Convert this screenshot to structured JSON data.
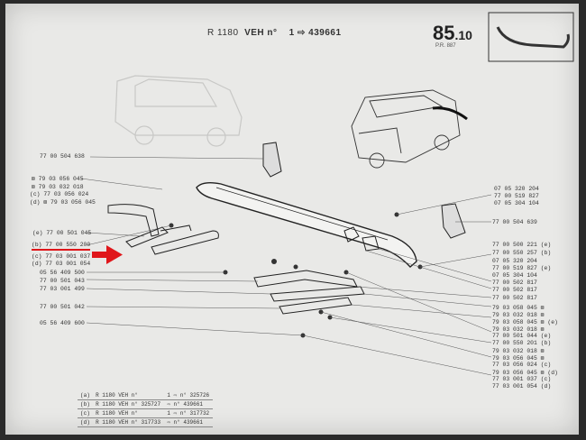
{
  "header": {
    "model": "R 1180",
    "veh": "VEH n°",
    "from": "1 ⇨",
    "number": "439661",
    "page": "85",
    "page_sub": ".10",
    "pr": "P.R. 887"
  },
  "labels_left": [
    "77 00 504 638",
    "⊠ 79 03 056 045",
    "⊠ 79 03 032 018",
    "(c) 77 03 056 024",
    "(d) ⊠ 79 03 056 045",
    "(e) 77 00 501 045",
    "(b) 77 00 550 200",
    "(c) 77 03 001 037",
    "(d) 77 03 001 054",
    "05 56 409 500",
    "77 00 501 043",
    "77 03 001 499",
    "77 00 501 042",
    "05 56 409 600"
  ],
  "labels_right": [
    "07 05 320 204",
    "77 00 519 827",
    "07 05 304 104",
    "77 00 504 639",
    "77 00 500 221 (e)",
    "77 00 550 257 (b)",
    "07 05 320 204",
    "77 00 519 827 (e)",
    "07 05 304 104",
    "77 00 502 817",
    "77 00 502 817",
    "77 00 502 817",
    "79 03 058 045 ⊠",
    "79 03 032 018 ⊠",
    "79 03 058 045 ⊠ (e)",
    "79 03 032 018 ⊠",
    "77 00 501 044 (e)",
    "77 00 550 201 (b)",
    "79 03 032 018 ⊠",
    "79 03 056 045 ⊠",
    "77 03 056 024 (c)",
    "79 03 056 045 ⊠ (d)",
    "77 03 001 037 (c)",
    "77 03 001 054 (d)"
  ],
  "table": [
    [
      "(a)",
      "R 1180 VEH n°",
      "1 ⇨ n° 325726"
    ],
    [
      "(b)",
      "R 1180 VEH n° 325727",
      "⇨ n° 439661"
    ],
    [
      "(c)",
      "R 1180 VEH n°",
      "1 ⇨ n° 317732"
    ],
    [
      "(d)",
      "R 1180 VEH n° 317733",
      "⇨ n° 439661"
    ]
  ]
}
